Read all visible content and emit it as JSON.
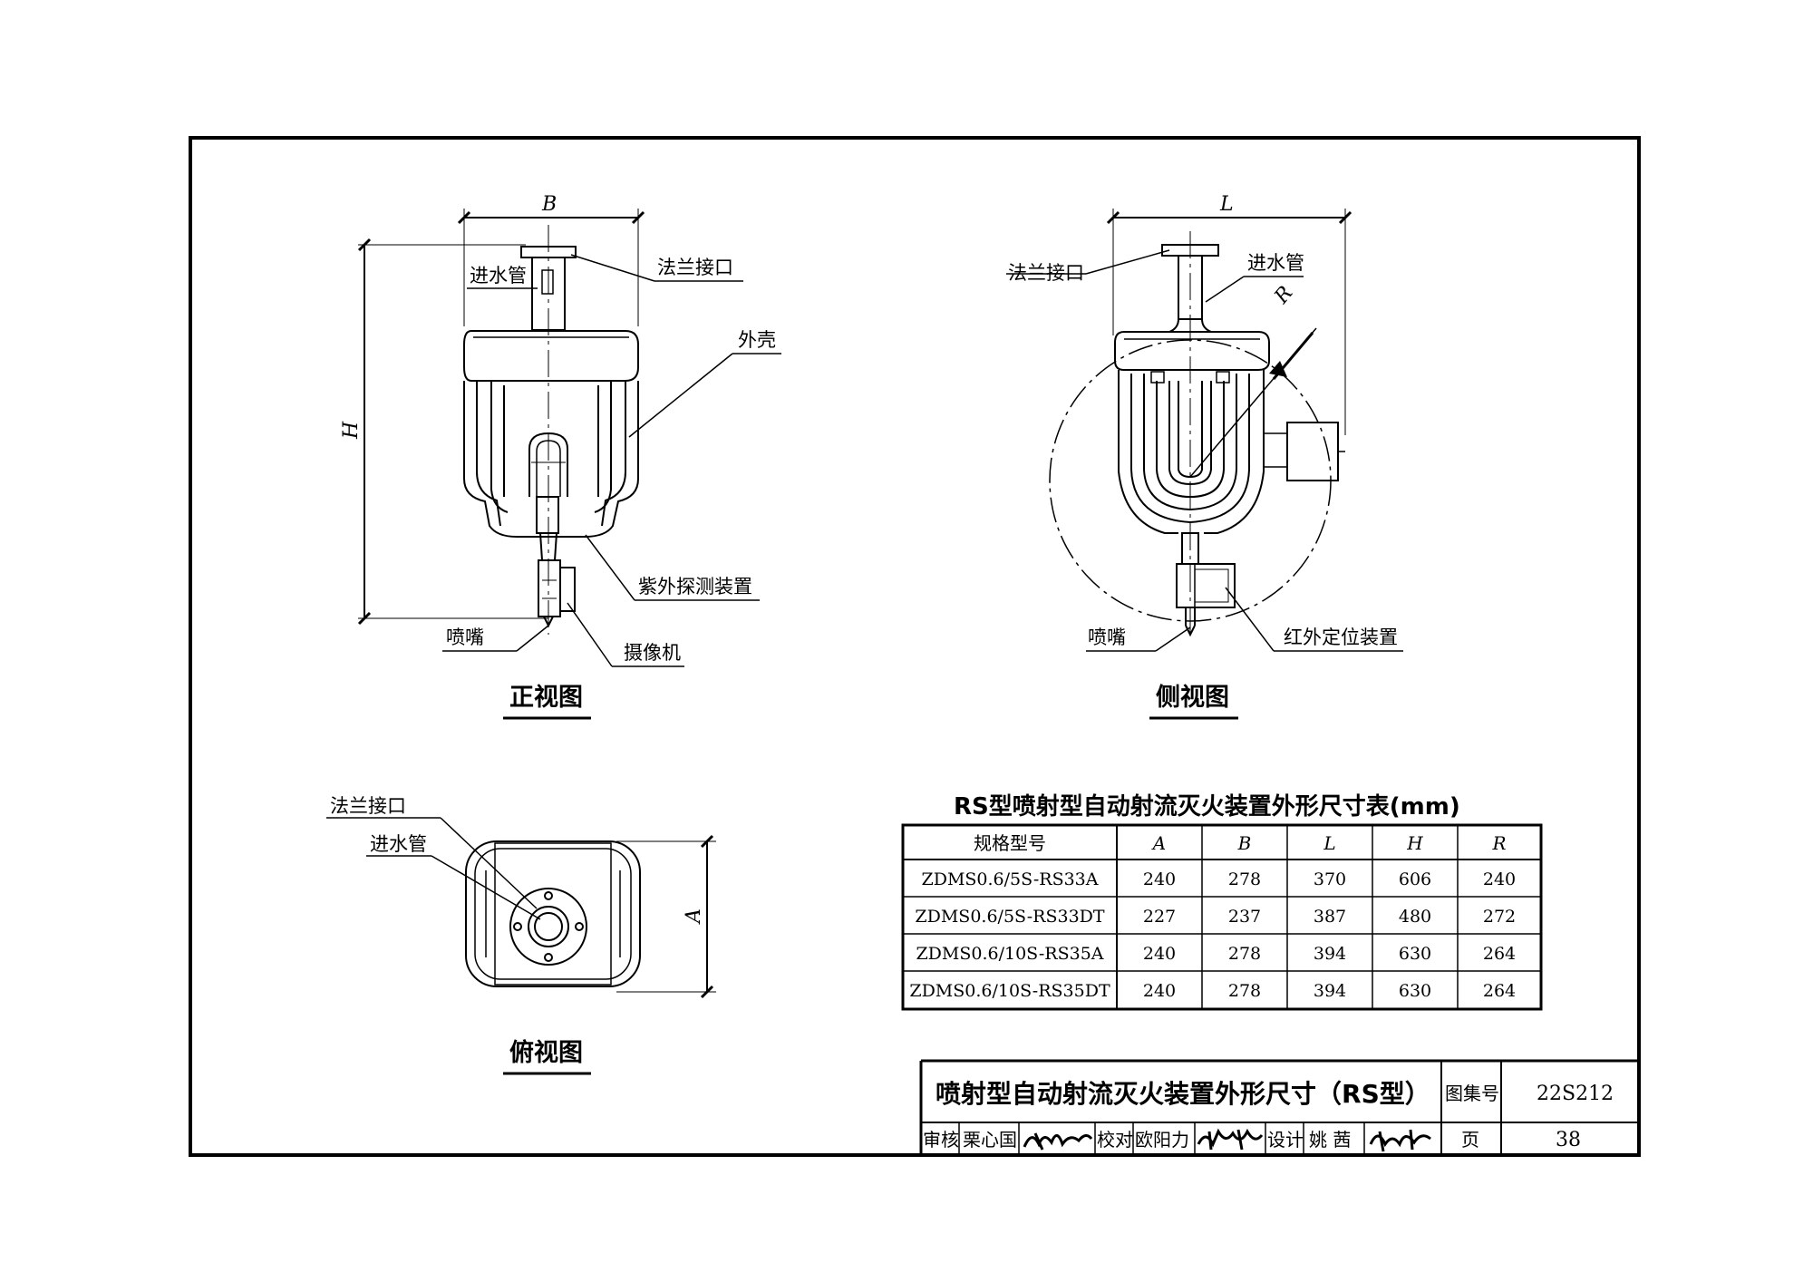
{
  "front_view": {
    "title": "正视图",
    "dim_b": "B",
    "dim_h": "H",
    "labels": {
      "inlet_pipe": "进水管",
      "flange": "法兰接口",
      "shell": "外壳",
      "uv_detector": "紫外探测装置",
      "nozzle": "喷嘴",
      "camera": "摄像机"
    }
  },
  "side_view": {
    "title": "侧视图",
    "dim_l": "L",
    "dim_r": "R",
    "labels": {
      "flange": "法兰接口",
      "inlet_pipe": "进水管",
      "nozzle": "喷嘴",
      "ir_locator": "红外定位装置"
    }
  },
  "top_view": {
    "title": "俯视图",
    "dim_a": "A",
    "labels": {
      "flange": "法兰接口",
      "inlet_pipe": "进水管"
    }
  },
  "dimension_table": {
    "title": "RS型喷射型自动射流灭火装置外形尺寸表(mm)",
    "headers": [
      "规格型号",
      "A",
      "B",
      "L",
      "H",
      "R"
    ],
    "rows": [
      [
        "ZDMS0.6/5S-RS33A",
        "240",
        "278",
        "370",
        "606",
        "240"
      ],
      [
        "ZDMS0.6/5S-RS33DT",
        "227",
        "237",
        "387",
        "480",
        "272"
      ],
      [
        "ZDMS0.6/10S-RS35A",
        "240",
        "278",
        "394",
        "630",
        "264"
      ],
      [
        "ZDMS0.6/10S-RS35DT",
        "240",
        "278",
        "394",
        "630",
        "264"
      ]
    ]
  },
  "title_block": {
    "title": "喷射型自动射流灭火装置外形尺寸（RS型）",
    "atlas_label": "图集号",
    "atlas_no": "22S212",
    "review_label": "审核",
    "reviewer": "栗心国",
    "reviewer_signature": "栗心国",
    "check_label": "校对",
    "checker": "欧阳力",
    "checker_signature": "欧阳力",
    "design_label": "设计",
    "designer": "姚 茜",
    "designer_signature": "姚茜",
    "page_label": "页",
    "page_no": "38"
  }
}
